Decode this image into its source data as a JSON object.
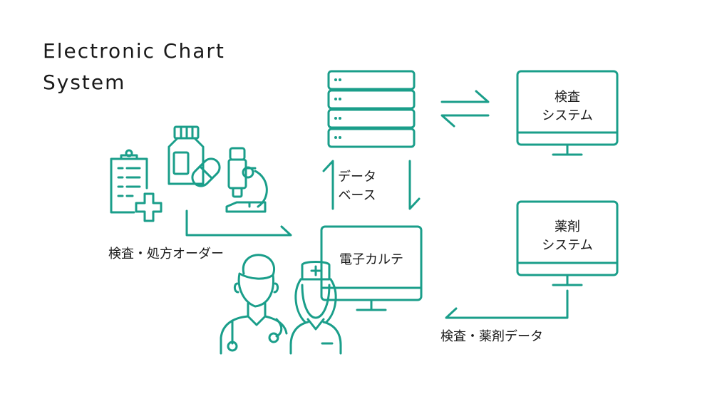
{
  "title": {
    "line1": "Electronic  Chart",
    "line2": "System"
  },
  "labels": {
    "database": {
      "line1": "データ",
      "line2": "ベース"
    },
    "lab_system": {
      "line1": "検査",
      "line2": "システム"
    },
    "pharmacy_system": {
      "line1": "薬剤",
      "line2": "システム"
    },
    "emr": "電子カルテ",
    "order_label": "検査・処方オーダー",
    "data_label": "検査・薬剤データ"
  },
  "colors": {
    "accent": "#1a9e8a",
    "text": "#1a1a1a",
    "background": "#ffffff"
  }
}
